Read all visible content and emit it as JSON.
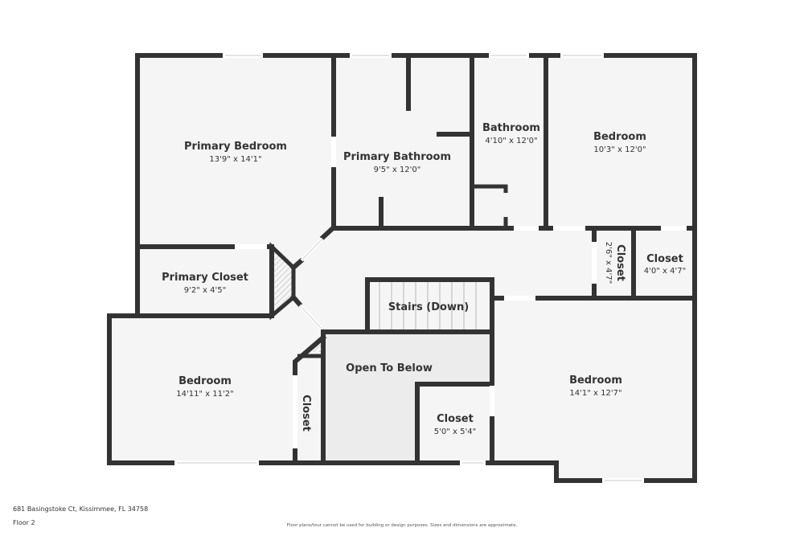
{
  "floorplan": {
    "rooms": [
      {
        "id": "primary-bedroom",
        "name": "Primary Bedroom",
        "dims": "13'9\" x 14'1\""
      },
      {
        "id": "primary-bathroom",
        "name": "Primary Bathroom",
        "dims": "9'5\" x 12'0\""
      },
      {
        "id": "bathroom",
        "name": "Bathroom",
        "dims": "4'10\" x 12'0\""
      },
      {
        "id": "bedroom-ne",
        "name": "Bedroom",
        "dims": "10'3\" x 12'0\""
      },
      {
        "id": "primary-closet",
        "name": "Primary Closet",
        "dims": "9'2\" x 4'5\""
      },
      {
        "id": "closet-narrow",
        "name": "Closet",
        "dims": "2'6\" x 4'7\""
      },
      {
        "id": "closet-ne",
        "name": "Closet",
        "dims": "4'0\" x 4'7\""
      },
      {
        "id": "stairs",
        "name": "Stairs (Down)",
        "dims": ""
      },
      {
        "id": "open-to-below",
        "name": "Open To Below",
        "dims": ""
      },
      {
        "id": "bedroom-sw",
        "name": "Bedroom",
        "dims": "14'11\" x 11'2\""
      },
      {
        "id": "closet-sw",
        "name": "Closet",
        "dims": ""
      },
      {
        "id": "closet-center",
        "name": "Closet",
        "dims": "5'0\" x 5'4\""
      },
      {
        "id": "bedroom-se",
        "name": "Bedroom",
        "dims": "14'1\" x 12'7\""
      }
    ]
  },
  "footer": {
    "address": "681 Basingstoke Ct, Kissimmee, FL 34758",
    "floor": "Floor 2",
    "disclaimer": "Floor plans/tour cannot be used for building or design purposes. Sizes and dimensions are approximate."
  },
  "colors": {
    "wall": "#333333",
    "floor": "#f5f5f5",
    "open_to_below": "#ececec",
    "background": "#ffffff"
  }
}
